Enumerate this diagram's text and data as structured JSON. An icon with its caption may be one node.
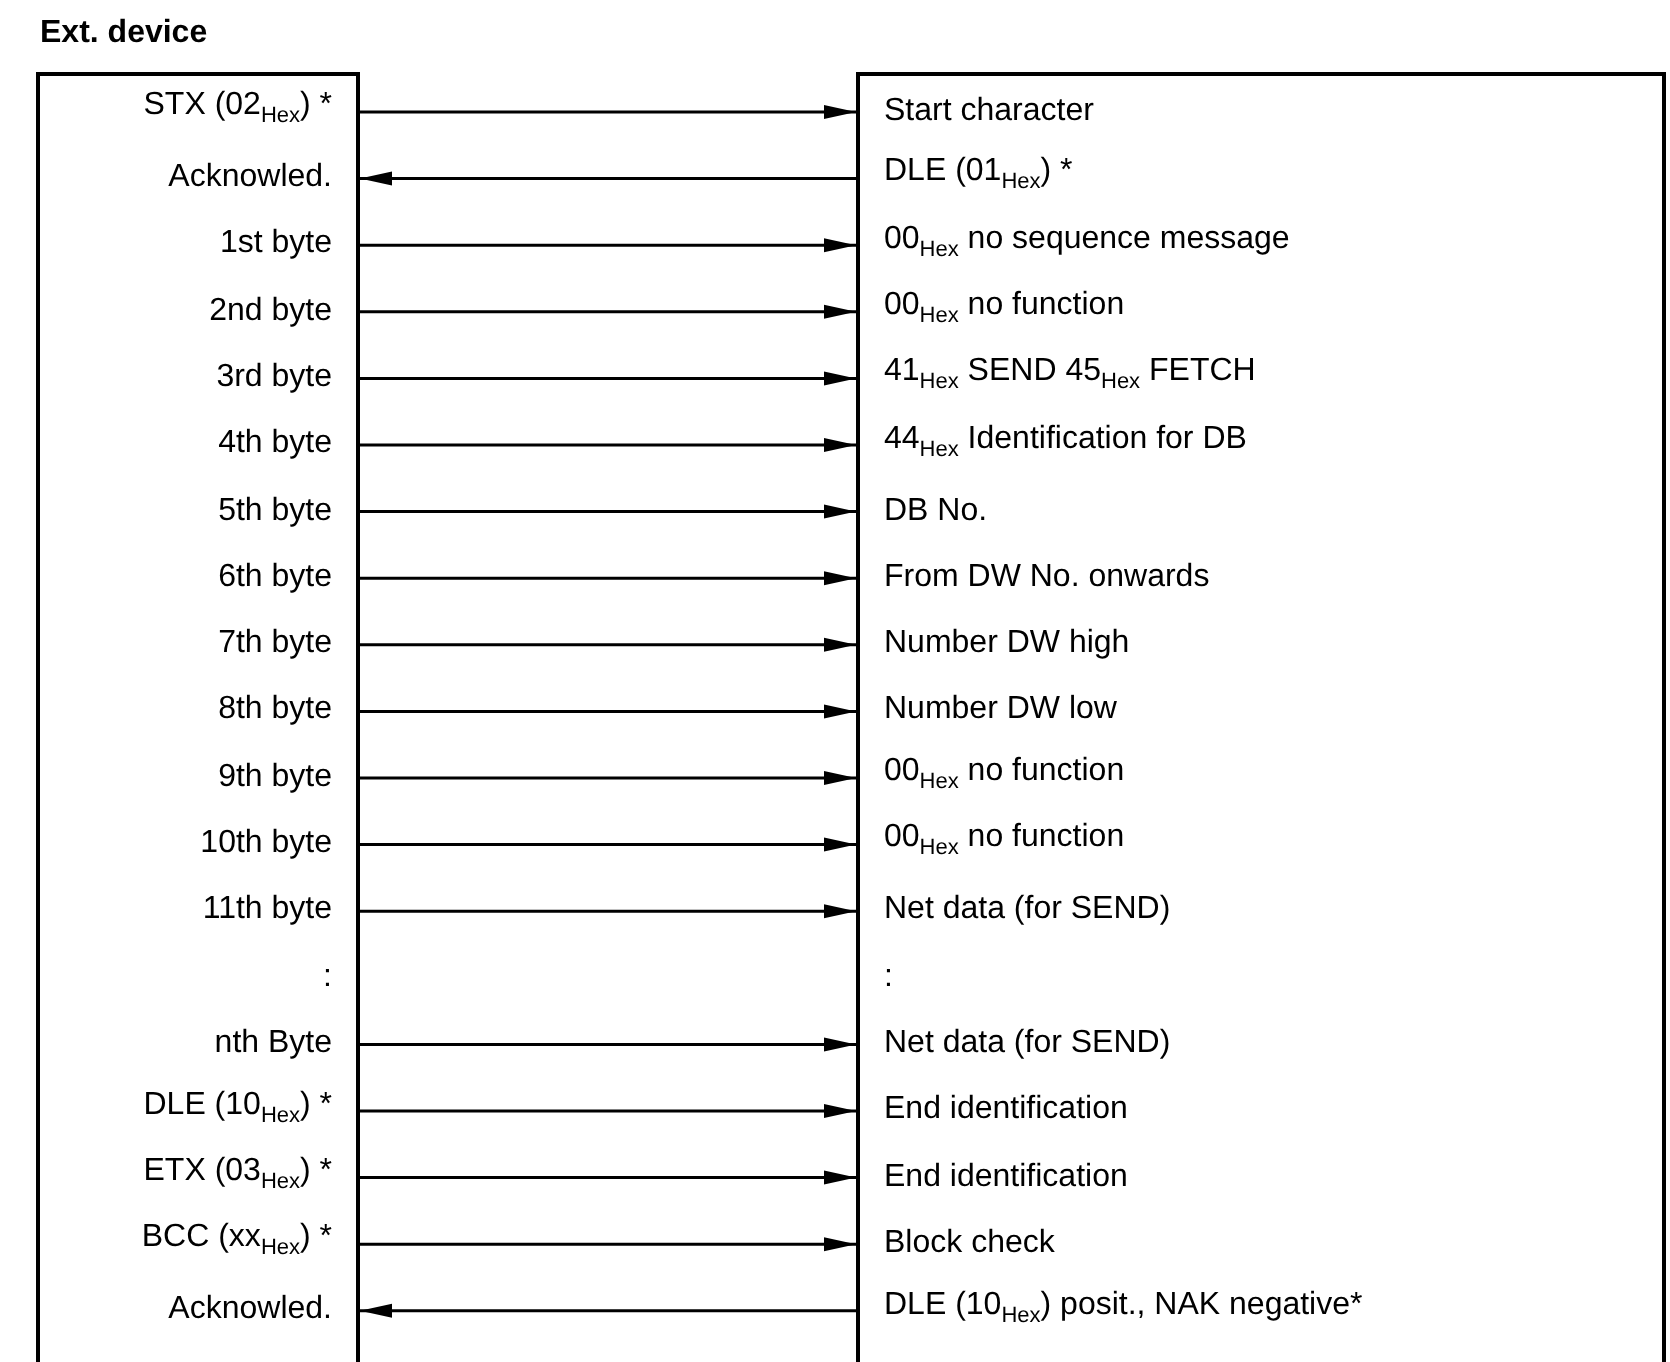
{
  "diagram": {
    "nodes": [
      {
        "text": [
          "Ext. device"
        ]
      },
      {
        "text": [],
        "shape": "box"
      },
      {
        "text": [
          "STX (02$_{Hex}$) *"
        ],
        "in": 0
      },
      {
        "text": [
          "Start character"
        ],
        "in": 1
      },
      {
        "text": [
          "Acknowled."
        ],
        "in": 0
      },
      {
        "text": [
          "DLE (01$_{Hex}$) *"
        ],
        "in": 1
      },
      {
        "text": [
          "1st byte"
        ],
        "in": 0
      },
      {
        "text": [
          "00$_{Hex}$ no sequence message"
        ],
        "in": 1
      },
      {
        "text": [
          "2nd byte"
        ],
        "in": 0
      },
      {
        "text": [
          "00$_{Hex}$ no function"
        ],
        "in": 1
      },
      {
        "text": [
          "3rd byte"
        ],
        "in": 0
      },
      {
        "text": [
          "41$_{Hex}$ SEND 45$_{Hex}$ FETCH"
        ],
        "in": 1
      },
      {
        "text": [
          "4th byte"
        ],
        "in": 0
      },
      {
        "text": [
          "44$_{Hex}$ Identification for DB"
        ],
        "in": 1
      },
      {
        "text": [
          "5th byte"
        ],
        "in": 0
      },
      {
        "text": [
          "DB No."
        ],
        "in": 1
      },
      {
        "text": [
          "6th byte"
        ],
        "in": 0
      },
      {
        "text": [
          "From DW No. onwards"
        ],
        "in": 1
      },
      {
        "text": [
          "7th byte"
        ],
        "in": 0
      },
      {
        "text": [
          "Number DW high"
        ],
        "in": 1
      },
      {
        "text": [
          "8th byte"
        ],
        "in": 0
      },
      {
        "text": [
          "Number DW low"
        ],
        "in": 1
      },
      {
        "text": [
          "9th byte"
        ],
        "in": 0
      },
      {
        "text": [
          "00$_{Hex}$ no function"
        ],
        "in": 1
      },
      {
        "text": [
          "10th byte"
        ],
        "in": 0
      },
      {
        "text": [
          "00$_{Hex}$ no function"
        ],
        "in": 1
      },
      {
        "text": [
          "11th byte"
        ],
        "in": 0
      },
      {
        "text": [
          "Net data (for SEND)"
        ],
        "in": 1
      },
      {
        "text": [
          ":"
        ],
        "in": 0
      },
      {
        "text": [
          ":"
        ],
        "in": 1
      },
      {
        "text": [
          "nth Byte"
        ],
        "in": 0
      },
      {
        "text": [
          "Net data (for SEND)"
        ],
        "in": 1
      },
      {
        "text": [
          "DLE (10$_{Hex}$) *"
        ],
        "in": 0
      },
      {
        "text": [
          "End identification"
        ],
        "in": 1
      },
      {
        "text": [
          "ETX (03$_{Hex}$) *"
        ],
        "in": 0
      },
      {
        "text": [
          "End identification"
        ],
        "in": 1
      },
      {
        "text": [
          "BCC (xx$_{Hex}$) *"
        ],
        "in": 0
      },
      {
        "text": [
          "Block check"
        ],
        "in": 1
      },
      {
        "text": [
          "Acknowled."
        ],
        "in": 0
      },
      {
        "text": [
          "DLE (10$_{Hex}$) posit., NAK negative*"
        ],
        "in": 1
      }
    ],
    "edges": [
      {
        "from": 2,
        "to": 3,
        "arrow": "to"
      },
      {
        "from": 5,
        "to": 4,
        "arrow": "to"
      },
      {
        "from": 6,
        "to": 7,
        "arrow": "to"
      },
      {
        "from": 8,
        "to": 9,
        "arrow": "to"
      },
      {
        "from": 10,
        "to": 11,
        "arrow": "to"
      },
      {
        "from": 12,
        "to": 13,
        "arrow": "to"
      },
      {
        "from": 14,
        "to": 15,
        "arrow": "to"
      },
      {
        "from": 16,
        "to": 17,
        "arrow": "to"
      },
      {
        "from": 18,
        "to": 19,
        "arrow": "to"
      },
      {
        "from": 20,
        "to": 21,
        "arrow": "to"
      },
      {
        "from": 22,
        "to": 23,
        "arrow": "to"
      },
      {
        "from": 24,
        "to": 25,
        "arrow": "to"
      },
      {
        "from": 26,
        "to": 27,
        "arrow": "to"
      },
      {
        "from": 30,
        "to": 31,
        "arrow": "to"
      },
      {
        "from": 32,
        "to": 33,
        "arrow": "to"
      },
      {
        "from": 34,
        "to": 35,
        "arrow": "to"
      },
      {
        "from": 36,
        "to": 37,
        "arrow": "to"
      },
      {
        "from": 39,
        "to": 38,
        "arrow": "to"
      }
    ]
  }
}
